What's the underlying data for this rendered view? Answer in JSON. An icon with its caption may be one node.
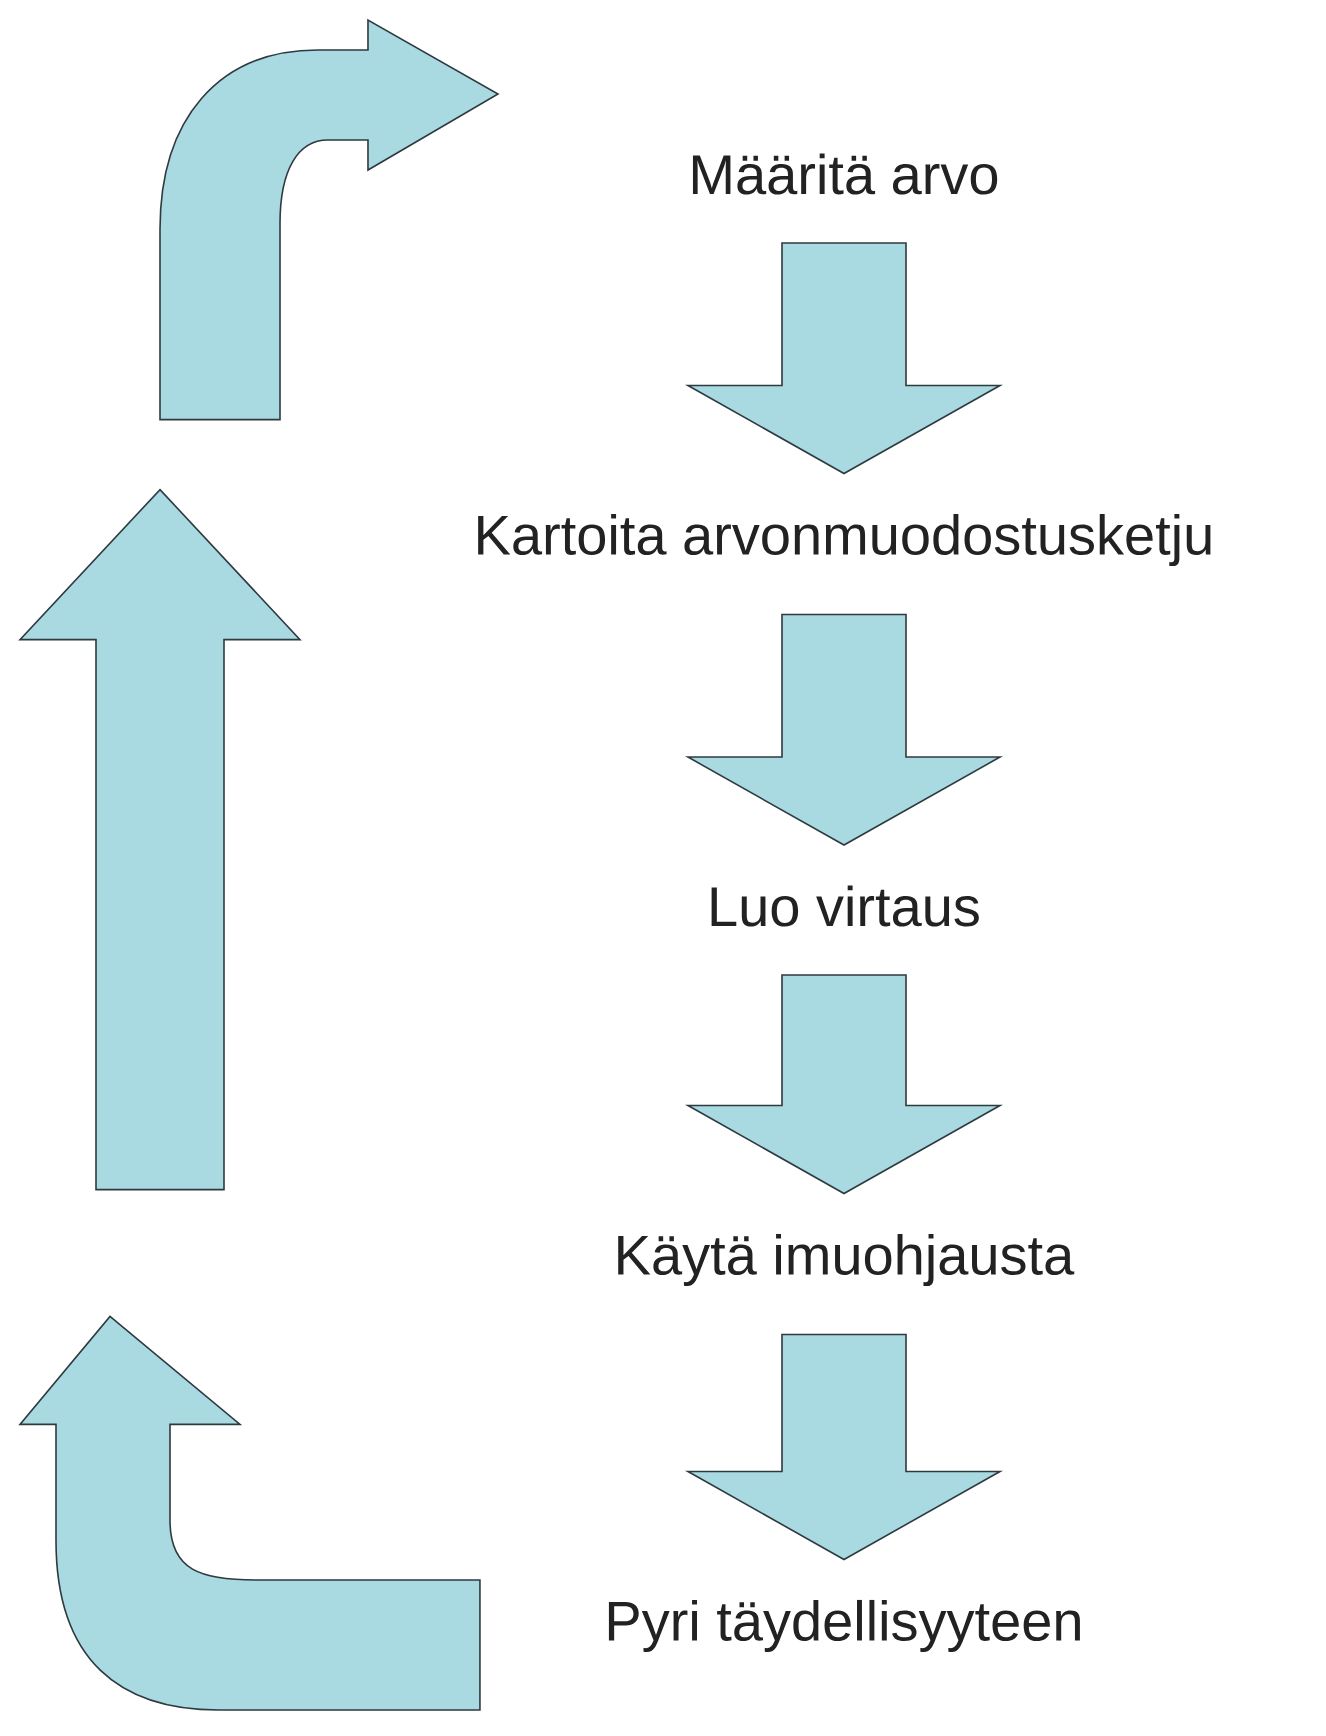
{
  "diagram": {
    "nodes": [
      {
        "text": [
          "Määritä arvo"
        ]
      },
      {
        "text": [
          "Kartoita arvonmuodostusketju"
        ]
      },
      {
        "text": [
          "Luo virtaus"
        ]
      },
      {
        "text": [
          "Käytä imuohjausta"
        ]
      },
      {
        "text": [
          "Pyri täydellisyyteen"
        ]
      },
      {
        "text": [],
        "shape": "arrow"
      }
    ],
    "edges": [
      {
        "from": 0,
        "to": 1,
        "arrow": "to"
      },
      {
        "from": 1,
        "to": 2,
        "arrow": "to"
      },
      {
        "from": 2,
        "to": 3,
        "arrow": "to"
      },
      {
        "from": 3,
        "to": 4,
        "arrow": "to"
      },
      {
        "from": 4,
        "to": 5,
        "arrow": "to"
      },
      {
        "from": 5,
        "to": 0,
        "arrow": "to"
      }
    ]
  }
}
